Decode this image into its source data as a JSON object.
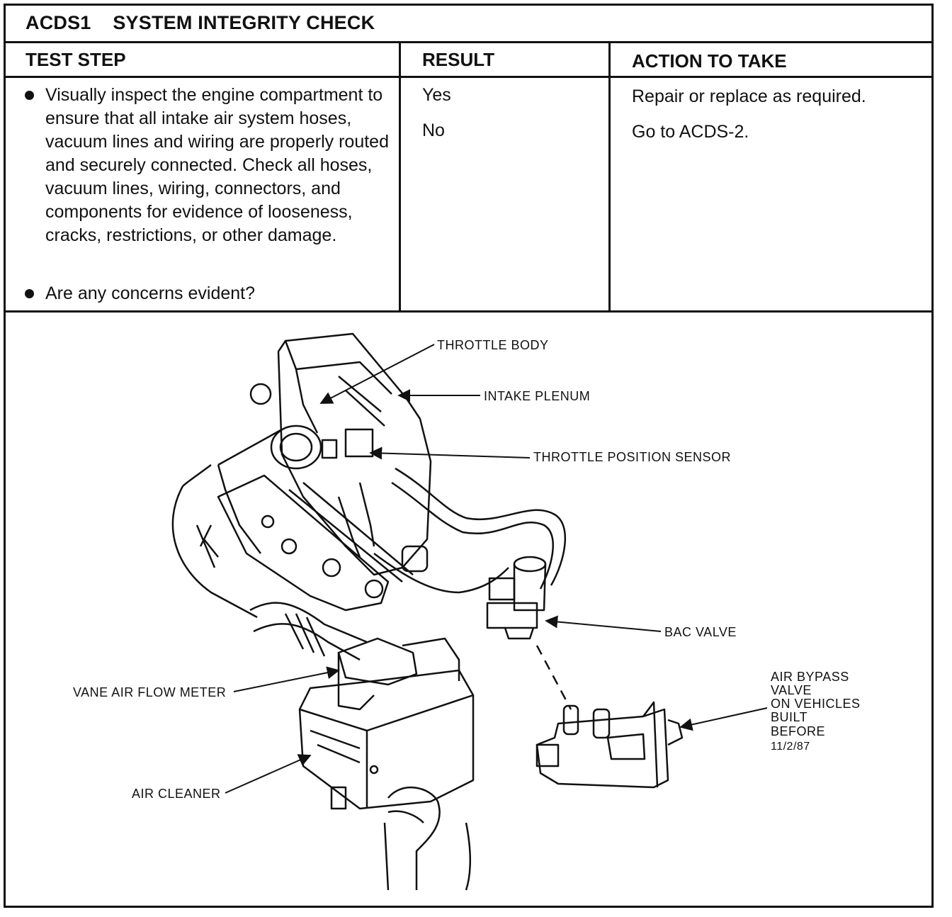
{
  "header": {
    "title": "ACDS1    SYSTEM INTEGRITY CHECK"
  },
  "columns": {
    "test_step": "TEST STEP",
    "result": "RESULT",
    "action": "ACTION TO TAKE"
  },
  "test_step": {
    "bullet1": "Visually inspect the engine compartment to ensure that all intake air system hoses, vacuum lines and wiring are properly routed and securely connected. Check all hoses, vacuum lines, wiring, connectors, and components for evidence of looseness, cracks, restrictions, or other damage.",
    "bullet2": "Are any concerns evident?"
  },
  "results": [
    "Yes",
    "No"
  ],
  "actions": [
    "Repair or replace as required.",
    "Go to ACDS-2."
  ],
  "diagram": {
    "labels": {
      "throttle_body": "THROTTLE BODY",
      "intake_plenum": "INTAKE PLENUM",
      "tps": "THROTTLE POSITION SENSOR",
      "bac_valve": "BAC VALVE",
      "air_bypass": [
        "AIR BYPASS",
        "VALVE",
        "ON VEHICLES",
        "BUILT",
        "BEFORE",
        "11/2/87"
      ],
      "vane_meter": "VANE AIR FLOW METER",
      "air_cleaner": "AIR CLEANER"
    }
  }
}
